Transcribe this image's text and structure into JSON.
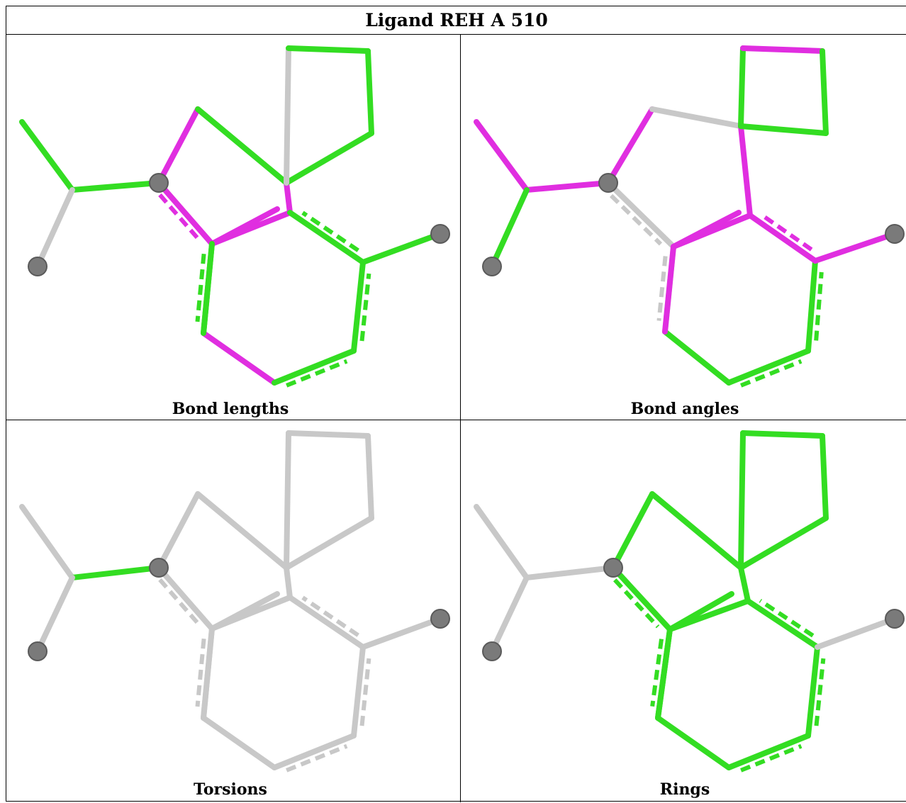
{
  "title": "Ligand REH A 510",
  "panels": [
    {
      "caption": "Bond lengths",
      "colors": {
        "a-b": "#33dd22",
        "b-c": "#33dd22",
        "c-e": "#e02ee0",
        "b-d": "#c8c8c8",
        "c-f": "#e02ee0",
        "f-g": "#33dd22",
        "g-h": "#33dd22",
        "h-i": "#e02ee0",
        "i-j": "#e02ee0",
        "j-f": "#e02ee0",
        "j-m": "#e02ee0",
        "m-l": "#33dd22",
        "l-k": "#33dd22",
        "k-i": "#33dd22",
        "i-n": "#33dd22",
        "h-p": "#33dd22",
        "p-o": "#c8c8c8",
        "o-q": "#33dd22",
        "q-p": "#33dd22",
        "k-r": "#33dd22"
      }
    },
    {
      "caption": "Bond angles",
      "colors": {
        "a-b": "#e02ee0",
        "b-c": "#e02ee0",
        "c-e": "#e02ee0",
        "b-d": "#33dd22",
        "c-f": "#c8c8c8",
        "f-g": "#c8c8c8",
        "g-h": "#c8c8c8",
        "h-i": "#e02ee0",
        "i-j": "#e02ee0",
        "j-f": "#e02ee0",
        "j-m": "#33dd22",
        "m-l": "#33dd22",
        "l-k": "#33dd22",
        "k-i": "#e02ee0",
        "i-n": "#e02ee0",
        "h-p": "#33dd22",
        "p-o": "#33dd22",
        "o-q": "#e02ee0",
        "q-p": "#33dd22",
        "k-r": "#e02ee0"
      }
    },
    {
      "caption": "Torsions",
      "colors": {
        "a-b": "#c8c8c8",
        "b-c": "#33dd22",
        "c-e": "#c8c8c8",
        "b-d": "#c8c8c8",
        "c-f": "#c8c8c8",
        "f-g": "#c8c8c8",
        "g-h": "#c8c8c8",
        "h-i": "#c8c8c8",
        "i-j": "#c8c8c8",
        "j-f": "#c8c8c8",
        "j-m": "#c8c8c8",
        "m-l": "#c8c8c8",
        "l-k": "#c8c8c8",
        "k-i": "#c8c8c8",
        "i-n": "#c8c8c8",
        "h-p": "#c8c8c8",
        "p-o": "#c8c8c8",
        "o-q": "#c8c8c8",
        "q-p": "#c8c8c8",
        "k-r": "#c8c8c8"
      }
    },
    {
      "caption": "Rings",
      "colors": {
        "a-b": "#c8c8c8",
        "b-c": "#c8c8c8",
        "c-e": "#33dd22",
        "b-d": "#c8c8c8",
        "c-f": "#33dd22",
        "f-g": "#33dd22",
        "g-h": "#33dd22",
        "h-i": "#33dd22",
        "i-j": "#33dd22",
        "j-f": "#33dd22",
        "j-m": "#33dd22",
        "m-l": "#33dd22",
        "l-k": "#33dd22",
        "k-i": "#33dd22",
        "i-n": "#c8c8c8",
        "h-p": "#33dd22",
        "p-o": "#33dd22",
        "o-q": "#33dd22",
        "q-p": "#33dd22",
        "k-r": "#33dd22"
      }
    }
  ]
}
